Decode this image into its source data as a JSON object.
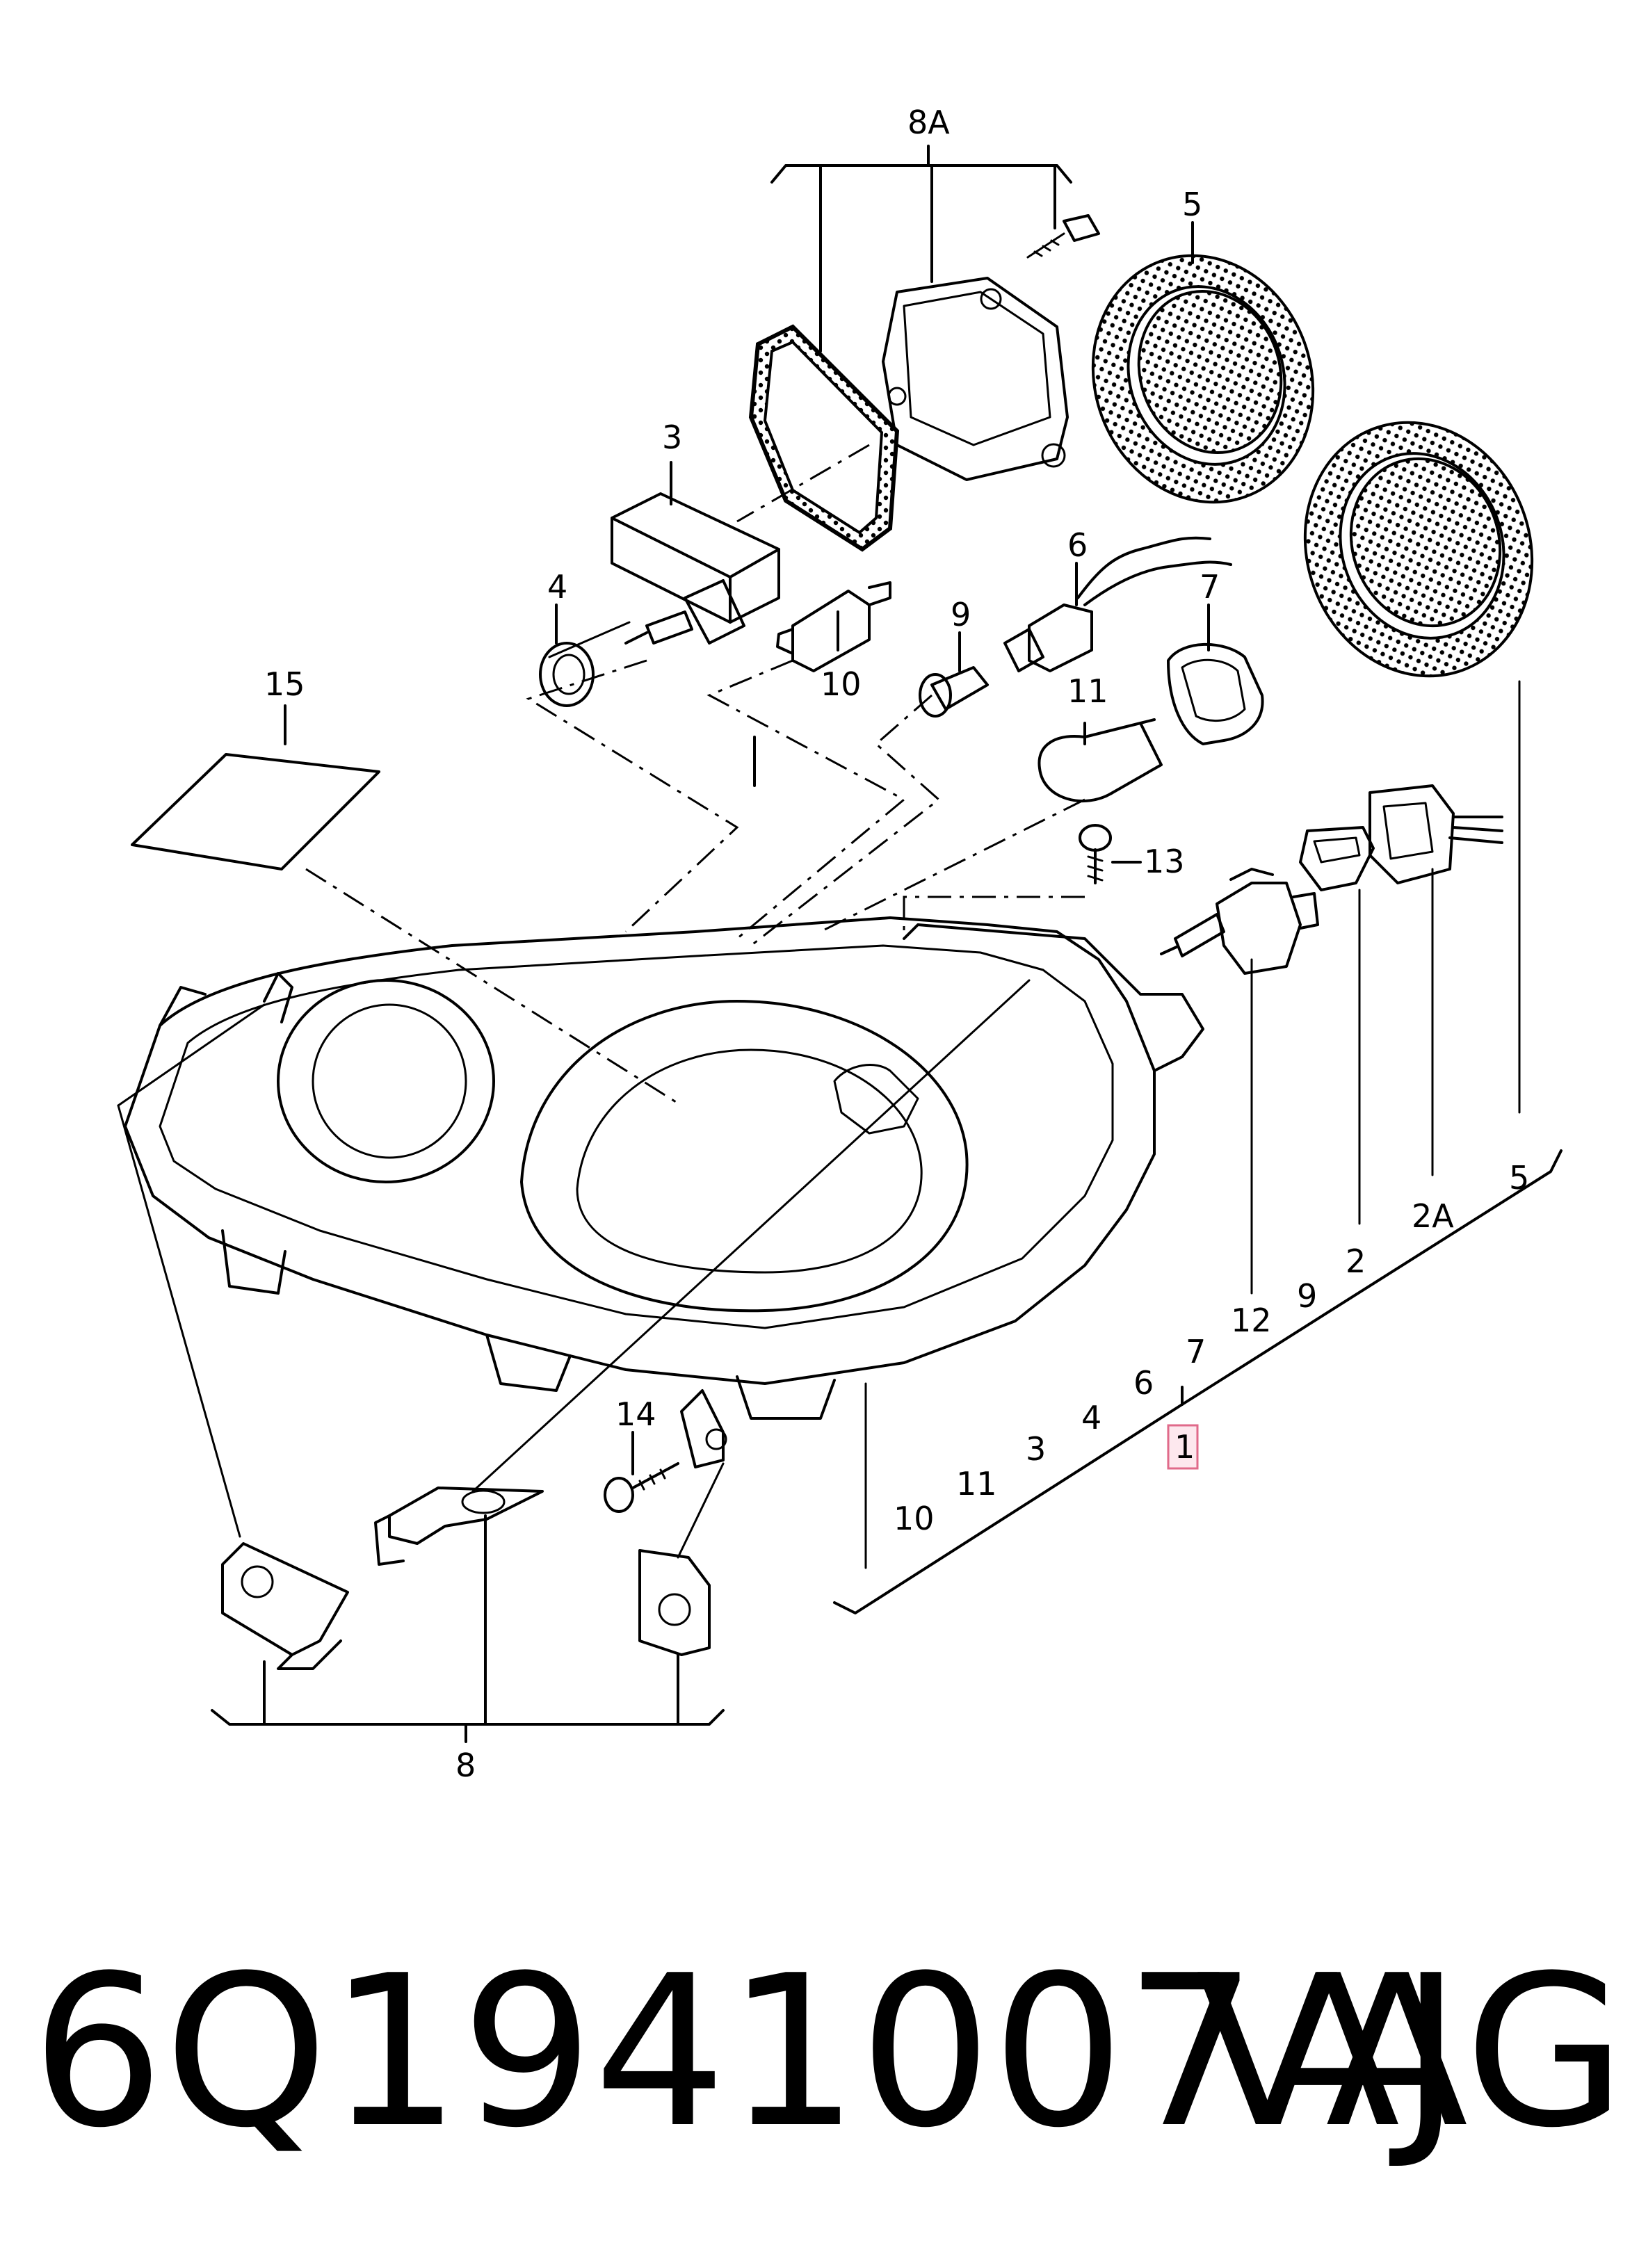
{
  "callouts": {
    "c8A": "8A",
    "c5top": "5",
    "c3": "3",
    "c6": "6",
    "c4": "4",
    "c9": "9",
    "c7": "7",
    "c10": "10",
    "c11": "11",
    "c15": "15",
    "c13": "13",
    "c14": "14",
    "c8": "8",
    "bracket_5": "5",
    "bracket_2A": "2A",
    "bracket_2": "2",
    "bracket_9": "9",
    "bracket_12": "12",
    "bracket_7": "7",
    "bracket_6": "6",
    "bracket_4": "4",
    "bracket_3": "3",
    "bracket_11": "11",
    "bracket_10": "10",
    "main_part": "1"
  },
  "caption": {
    "part_number": "6Q1941007AJ",
    "brand": "VAG"
  },
  "colors": {
    "line": "#000000",
    "highlight_fill": "#fde8ee",
    "highlight_stroke": "#e06a8a"
  }
}
